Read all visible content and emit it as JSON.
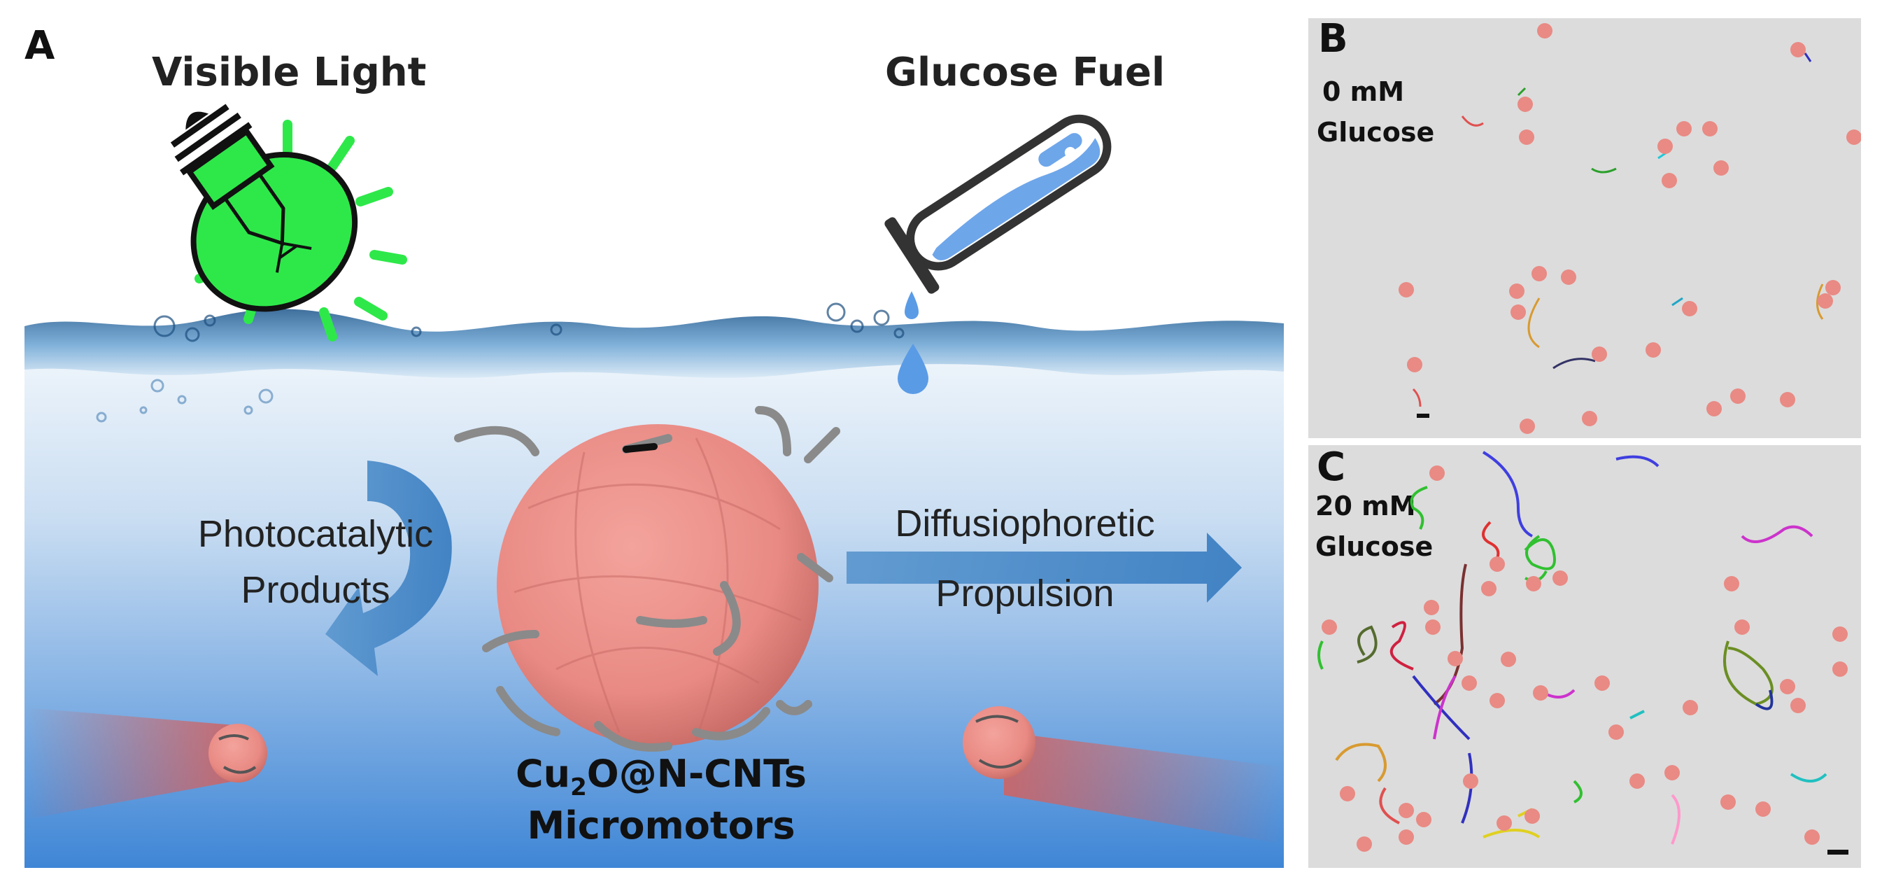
{
  "panel_a": {
    "letter": "A",
    "visible_light": "Visible Light",
    "glucose_fuel": "Glucose Fuel",
    "photocatalytic_line1": "Photocatalytic",
    "photocatalytic_line2": "Products",
    "diffusiophoretic_line1": "Diffusiophoretic",
    "diffusiophoretic_line2": "Propulsion",
    "micromotor_line1_base": "Cu",
    "micromotor_line1_sub": "2",
    "micromotor_line1_rest": "O@N-CNTs",
    "micromotor_line2": "Micromotors"
  },
  "panel_b": {
    "letter": "B",
    "concentration": "0 mM",
    "label": "Glucose"
  },
  "panel_c": {
    "letter": "C",
    "concentration": "20 mM",
    "label": "Glucose"
  },
  "colors": {
    "sphere": "#e98a84",
    "water_top": "#f3f8fc",
    "water_bottom": "#3f86d6",
    "arrow": "#4a8ac9",
    "bulb": "#2ee84a",
    "tube_liquid": "#6ea6ea",
    "microscope_bg": "#dcdcdc"
  }
}
